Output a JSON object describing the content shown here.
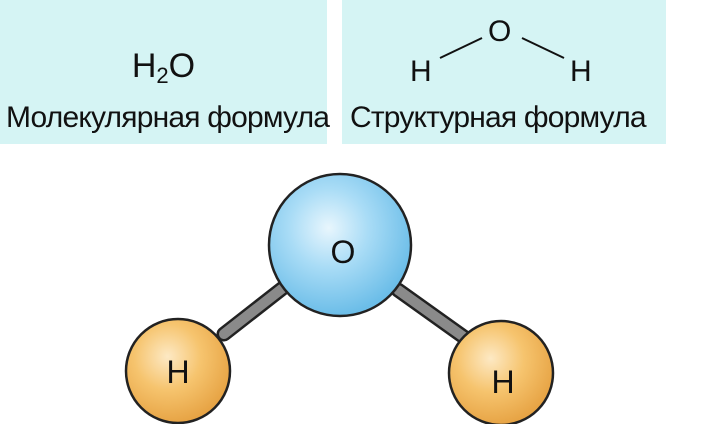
{
  "molecular": {
    "element_h": "H",
    "subscript": "2",
    "element_o": "O",
    "caption": "Молекулярная формула"
  },
  "structural": {
    "oxygen": "O",
    "hydrogen_left": "H",
    "hydrogen_right": "H",
    "caption": "Структурная формула"
  },
  "model": {
    "oxygen": "O",
    "hydrogen_left": "H",
    "hydrogen_right": "H"
  },
  "colors": {
    "panel_bg": "#d5f4f4",
    "oxygen_fill": "#8fd0f2",
    "hydrogen_fill": "#f4bd62",
    "bond": "#808080"
  }
}
